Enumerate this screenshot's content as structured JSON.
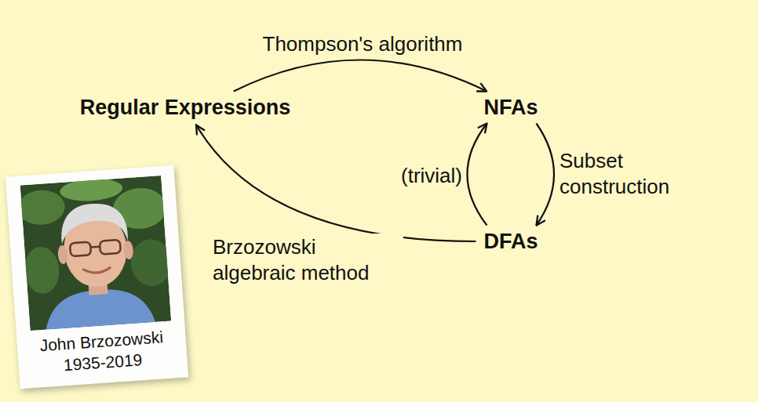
{
  "diagram": {
    "nodes": [
      {
        "text": [
          "Regular Expressions"
        ]
      },
      {
        "text": [
          "NFAs"
        ]
      },
      {
        "text": [
          "DFAs"
        ]
      },
      {
        "text": [
          "John Brzozowski 1935-2019"
        ]
      }
    ],
    "edges": [
      {
        "from": 0,
        "to": 1,
        "label": "Thompson's algorithm",
        "arrow": "to"
      },
      {
        "from": 1,
        "to": 2,
        "label": "Subset construction",
        "arrow": "to"
      },
      {
        "from": 2,
        "to": 1,
        "label": "(trivial)",
        "arrow": "to"
      },
      {
        "from": 2,
        "to": 0,
        "label": "Brzozowski algebraic method",
        "arrow": "to"
      }
    ]
  }
}
